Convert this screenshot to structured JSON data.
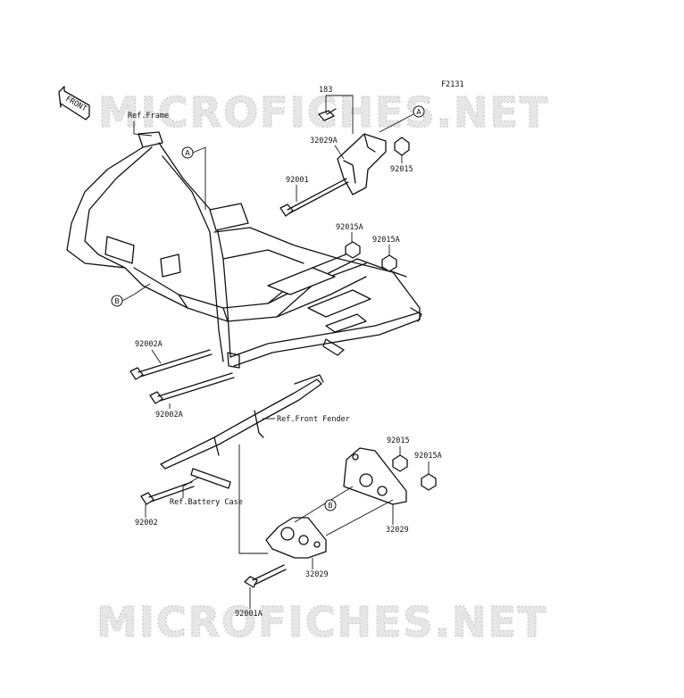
{
  "diagram_code": "F2131",
  "watermark": "MICROFICHES.NET",
  "front_marker": "FRONT",
  "refs": {
    "frame": "Ref.Frame",
    "front_fender": "Ref.Front Fender",
    "battery_case": "Ref.Battery Case"
  },
  "callouts": {
    "a": "A",
    "b": "B"
  },
  "parts": {
    "p183": "183",
    "p32029A": "32029A",
    "p92015_top": "92015",
    "p92001": "92001",
    "p92015A_1": "92015A",
    "p92015A_2": "92015A",
    "p92002A_1": "92002A",
    "p92002A_2": "92002A",
    "p92015_low": "92015",
    "p92015A_low": "92015A",
    "p92002": "92002",
    "p32029_r": "32029",
    "p32029_l": "32029",
    "p92001A": "92001A"
  }
}
